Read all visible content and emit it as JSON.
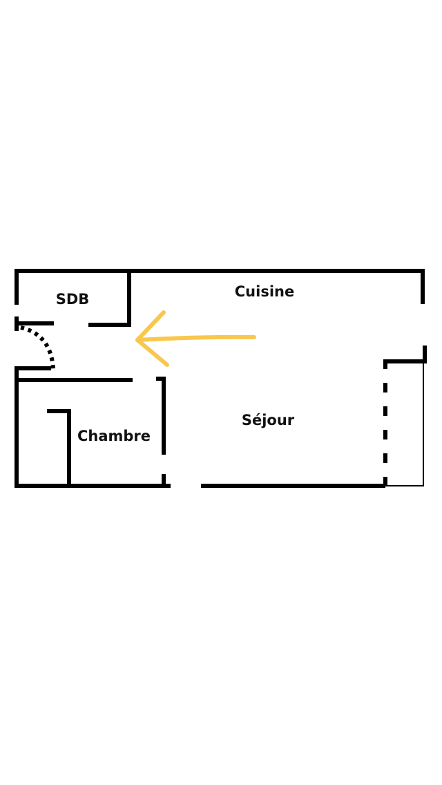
{
  "rooms": {
    "bathroom": "SDB",
    "kitchen": "Cuisine",
    "living_room": "Séjour",
    "bedroom": "Chambre"
  },
  "colors": {
    "wall": "#000000",
    "arrow": "#F8C74E"
  },
  "icons": {
    "arrow": "arrow-left-icon",
    "door": "door-swing-icon"
  }
}
